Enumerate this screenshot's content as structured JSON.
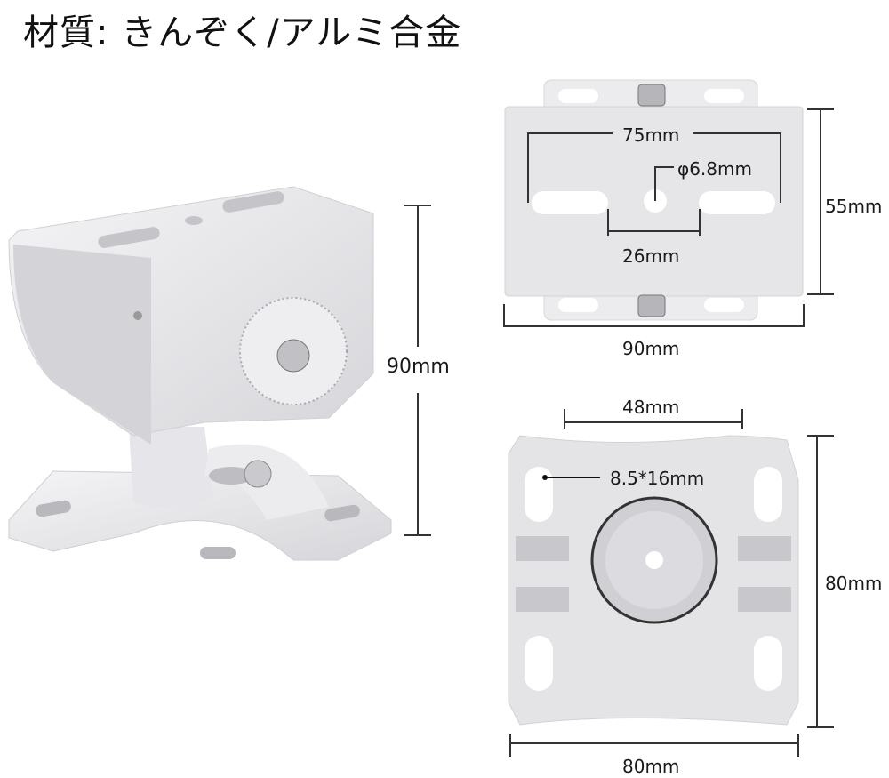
{
  "title": "材質: きんぞく/アルミ合金",
  "colors": {
    "metal": "#e8e8ea",
    "shade": "#c9c9cd",
    "dark": "#9a9aa0",
    "line": "#333333"
  },
  "views": {
    "perspective": {
      "height_label": "90mm"
    },
    "top_plate": {
      "slot_spacing_label": "75mm",
      "hole_label": "φ6.8mm",
      "inner_gap_label": "26mm",
      "height_label": "55mm",
      "width_label": "90mm"
    },
    "base_plate": {
      "top_width_label": "48mm",
      "slot_label": "8.5*16mm",
      "height_label": "80mm",
      "width_label": "80mm"
    }
  }
}
